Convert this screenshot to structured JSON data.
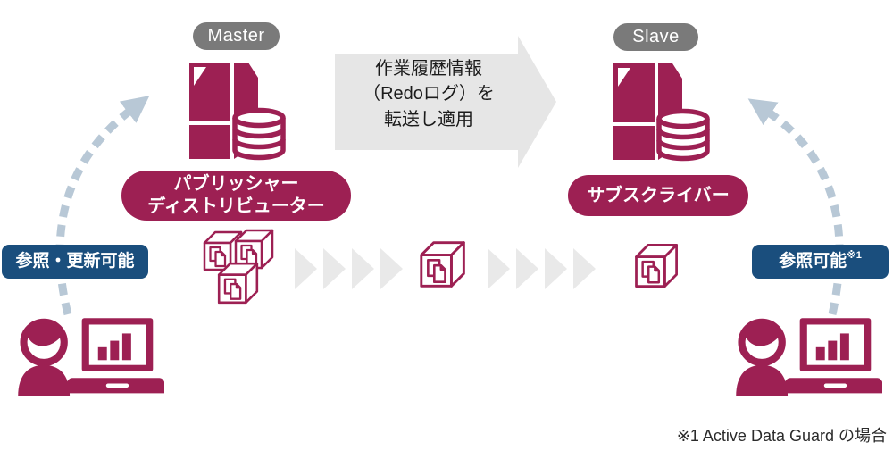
{
  "colors": {
    "accent_maroon": "#9d2053",
    "node_badge_gray": "#7a7a7a",
    "transfer_arrow_gray": "#e6e6e6",
    "chevron_gray": "#e9e9e9",
    "access_badge_blue": "#1a4e7d",
    "dashed_arrow_blue_gray": "#b8c8d6"
  },
  "master": {
    "badge": "Master",
    "role_line1": "パブリッシャー",
    "role_line2": "ディストリビューター",
    "access": "参照・更新可能"
  },
  "slave": {
    "badge": "Slave",
    "role": "サブスクライバー",
    "access": "参照可能",
    "access_note": "※1"
  },
  "transfer": {
    "line1": "作業履歴情報",
    "line2": "（Redoログ）を",
    "line3": "転送し適用"
  },
  "footnote": "※1 Active Data Guard の場合"
}
